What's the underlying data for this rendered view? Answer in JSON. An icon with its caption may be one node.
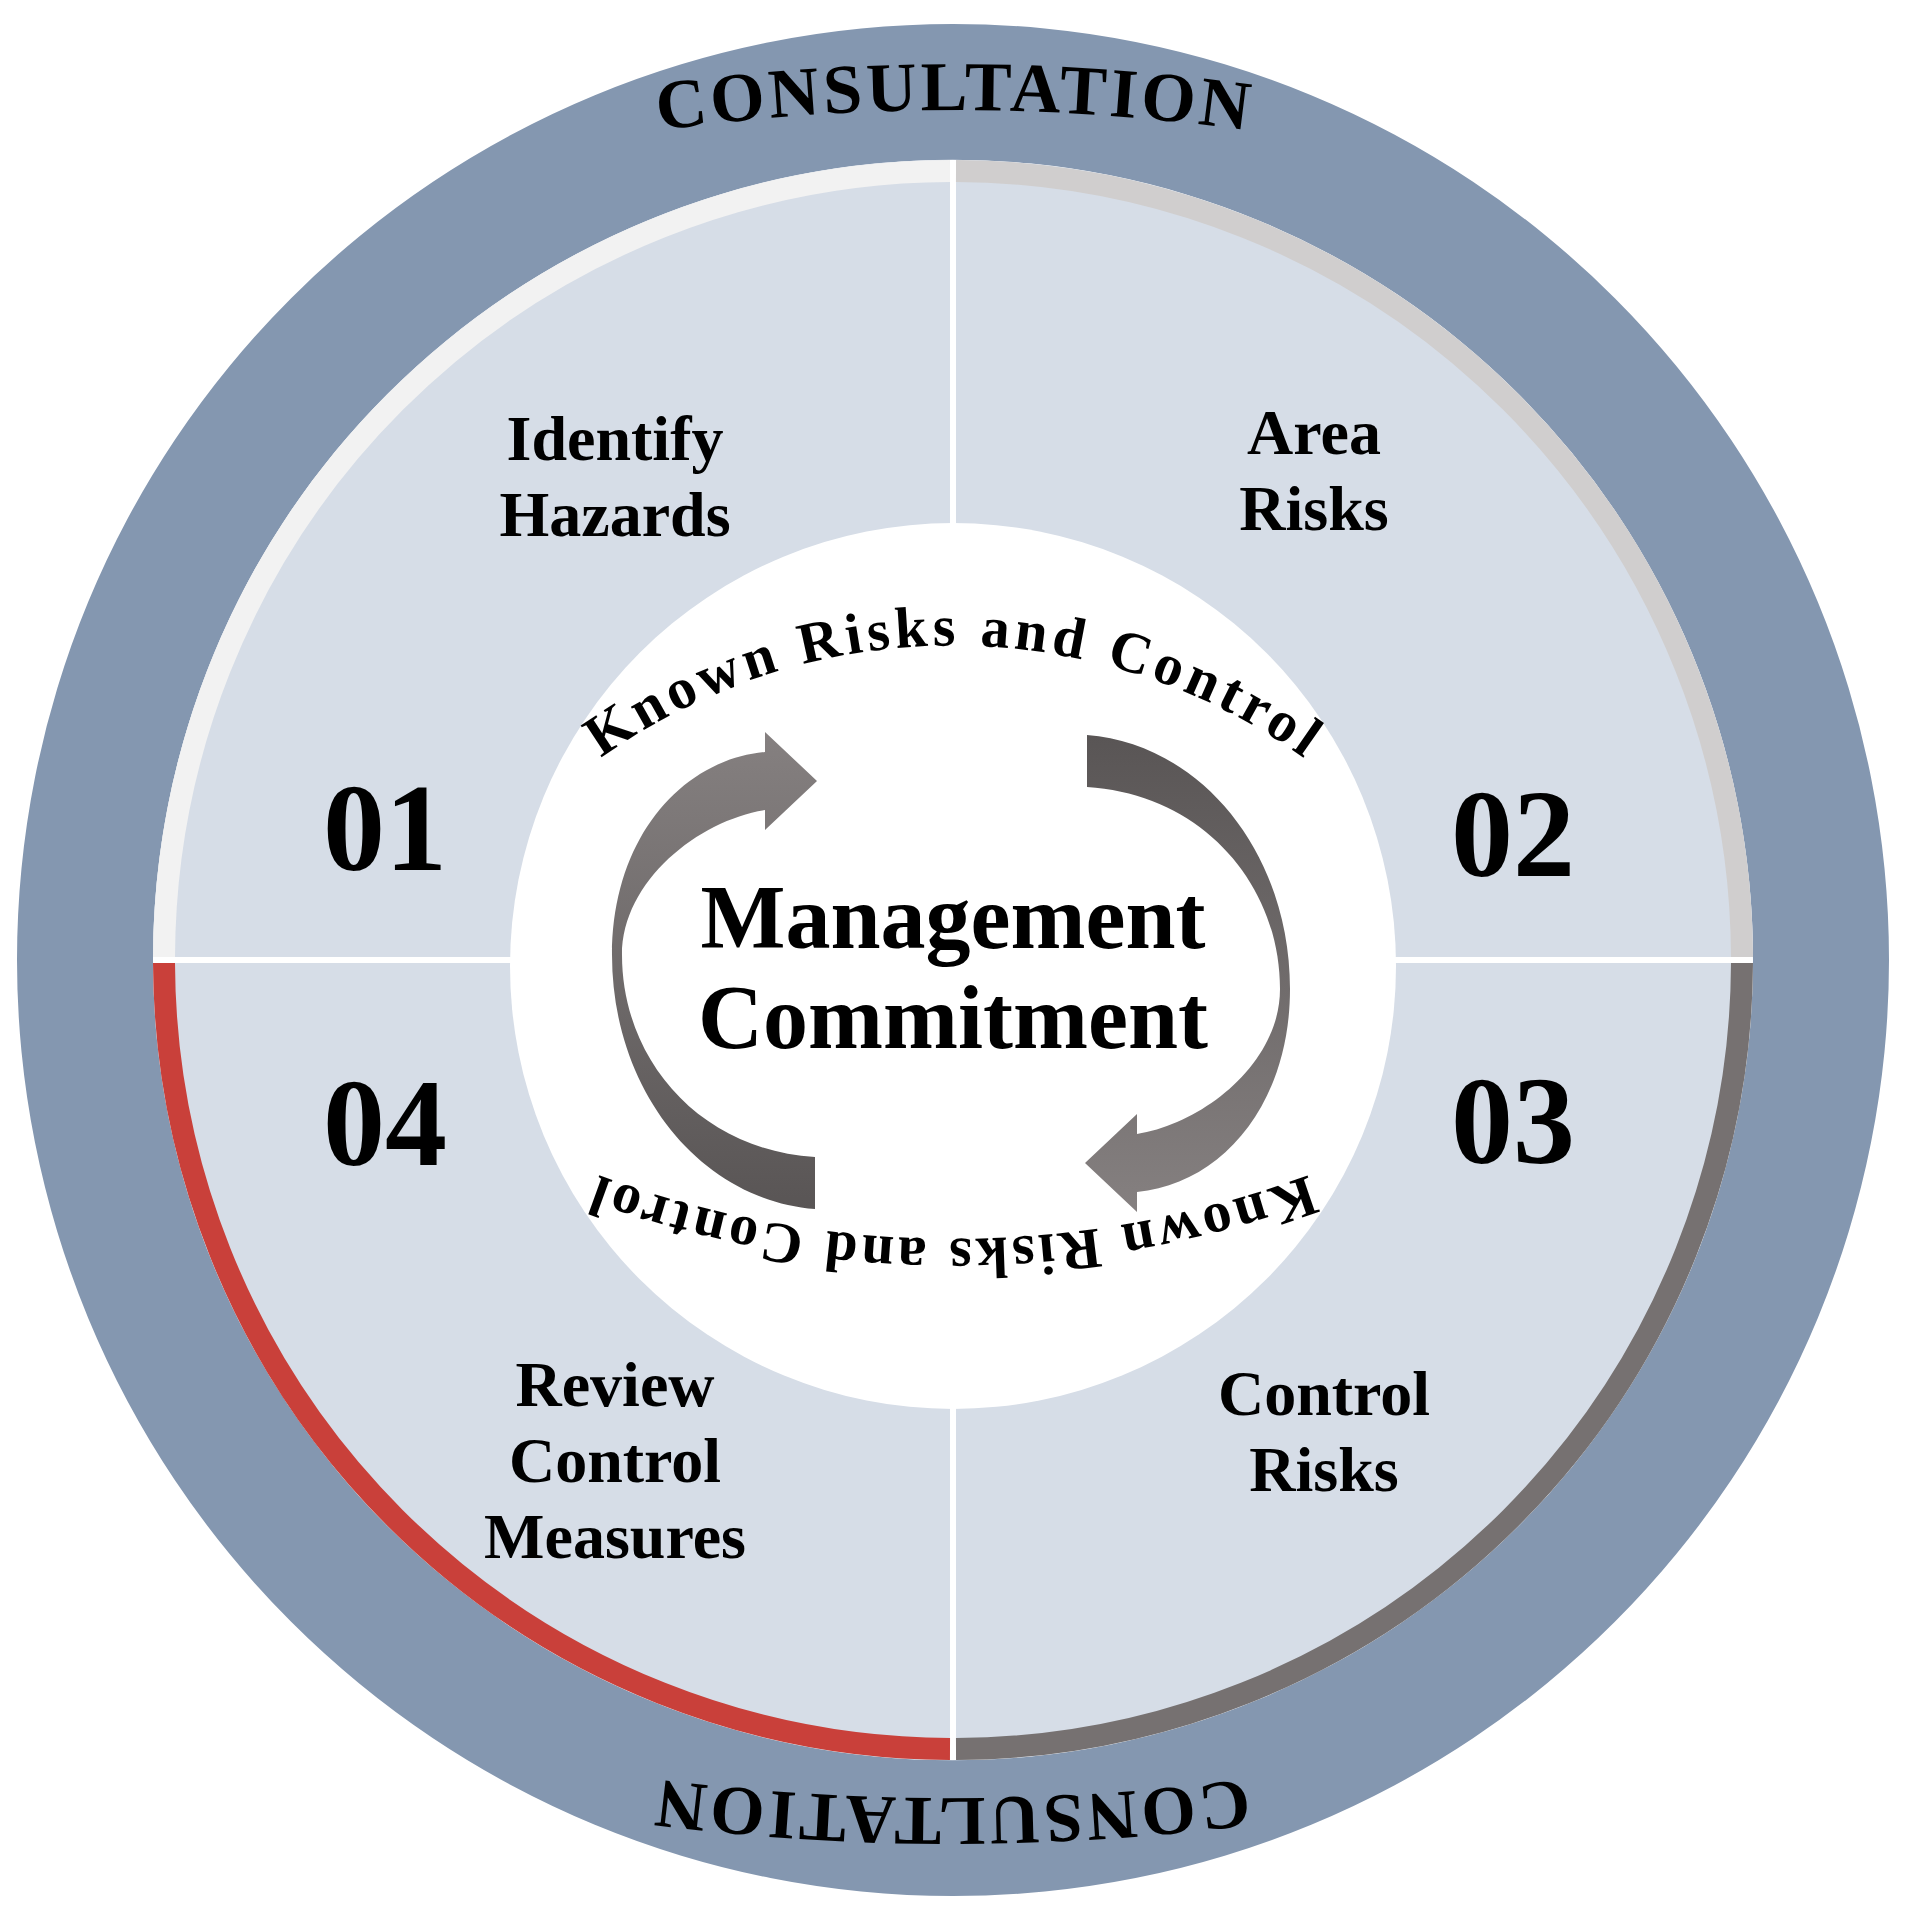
{
  "diagram": {
    "nodes": [
      {
        "text": [
          "CONSULTATION",
          "CONSULTATION"
        ]
      },
      {
        "text": [
          "Identify Hazards",
          "01"
        ],
        "in": 0
      },
      {
        "text": [
          "Area Risks",
          "02"
        ],
        "in": 0
      },
      {
        "text": [
          "03",
          "Control Risks"
        ],
        "in": 0
      },
      {
        "text": [
          "04",
          "Review Control Measures"
        ],
        "in": 0
      },
      {
        "text": [
          "Known Risks and Control",
          "Management Commitment",
          "Known Risks and Control"
        ],
        "in": 0
      }
    ]
  }
}
